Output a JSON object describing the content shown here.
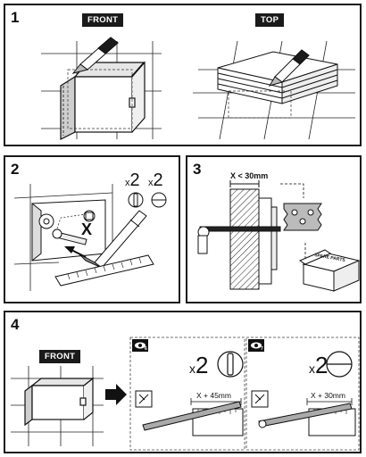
{
  "steps": {
    "s1": {
      "number": "1",
      "front_label": "FRONT",
      "top_label": "TOP"
    },
    "s2": {
      "number": "2",
      "count_a": "2",
      "count_b": "2",
      "times": "x",
      "cross": "X"
    },
    "s3": {
      "number": "3",
      "measure": "X < 30mm",
      "box_text": "SPARE PARTS"
    },
    "s4": {
      "number": "4",
      "front_label": "FRONT",
      "sub6": {
        "eye_index": "6",
        "times": "x",
        "count": "2",
        "measure": "X + 45mm"
      },
      "sub7": {
        "eye_index": "7",
        "times": "x",
        "count": "2",
        "measure": "X + 30mm"
      }
    }
  }
}
